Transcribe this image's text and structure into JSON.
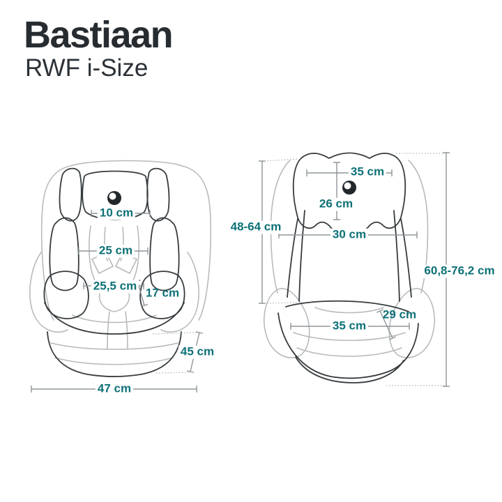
{
  "product": {
    "title": "Bastiaan",
    "subtitle": "RWF i-Size"
  },
  "colors": {
    "accent_teal": "#0d7177",
    "title_dark": "#272c31",
    "seat_outline_dark": "#363b3e",
    "seat_outline_light": "#b7babc",
    "dimension_line_gray": "#8e9598",
    "dotted_line_gray": "#b0b4b6",
    "background": "#ffffff"
  },
  "icons": {
    "brand_logo": "ring-logo"
  },
  "left_view": {
    "name": "harness-seat-front-view",
    "measurements": [
      {
        "id": "headrest-pad-width",
        "value": "10 cm"
      },
      {
        "id": "backrest-inner-width",
        "value": "25 cm"
      },
      {
        "id": "seat-width",
        "value": "25,5 cm"
      },
      {
        "id": "seat-depth",
        "value": "17 cm"
      },
      {
        "id": "base-height",
        "value": "45 cm"
      },
      {
        "id": "overall-width",
        "value": "47 cm"
      }
    ]
  },
  "right_view": {
    "name": "booster-seat-front-view",
    "measurements": [
      {
        "id": "headrest-width",
        "value": "35 cm"
      },
      {
        "id": "headrest-height",
        "value": "26 cm"
      },
      {
        "id": "backrest-width",
        "value": "30 cm"
      },
      {
        "id": "backrest-height-range",
        "value": "48-64 cm"
      },
      {
        "id": "overall-height-range",
        "value": "60,8-76,2 cm"
      },
      {
        "id": "seat-depth",
        "value": "29 cm"
      },
      {
        "id": "seat-cushion-width",
        "value": "35 cm"
      }
    ]
  }
}
